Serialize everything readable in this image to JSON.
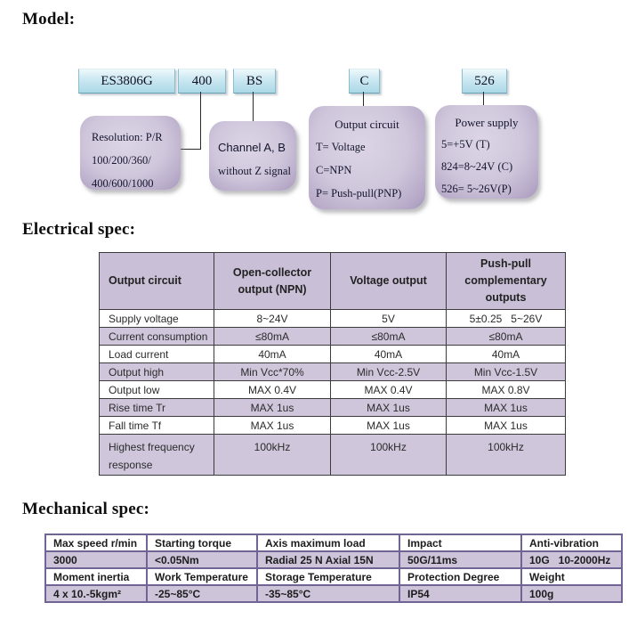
{
  "colors": {
    "code_box_fill": "#abd8e7",
    "code_box_border": "#8cbccd",
    "note_box_fill": "#cfc6db",
    "note_box_edge": "#9f92b7",
    "table_header_bg": "#c9bfd7",
    "table_alt_row_bg": "#cfc6db",
    "mech_table_border": "#6f6494",
    "line_color": "#2a2a2a"
  },
  "model_section": {
    "title": "Model:",
    "codes": [
      {
        "label": "ES3806G"
      },
      {
        "label": "400"
      },
      {
        "label": "BS"
      },
      {
        "label": "C"
      },
      {
        "label": "526"
      }
    ],
    "notes": {
      "resolution": {
        "line1": "Resolution: P/R",
        "line2": "100/200/360/",
        "line3": "400/600/1000"
      },
      "channel": {
        "line1": "Channel A, B",
        "line2": "without Z signal"
      },
      "output": {
        "title": "Output circuit",
        "line1": "T= Voltage",
        "line2": "C=NPN",
        "line3": "P= Push-pull(PNP)"
      },
      "power": {
        "title": "Power supply",
        "line1": "5=+5V (T)",
        "line2": "824=8~24V (C)",
        "line3": "526= 5~26V(P)"
      }
    }
  },
  "electrical": {
    "title": "Electrical spec:",
    "header": [
      "Output circuit",
      "Open-collector output (NPN)",
      "Voltage output",
      "Push-pull complementary outputs"
    ],
    "rows": [
      [
        "Supply voltage",
        "8~24V",
        "5V",
        "5±0.25   5~26V"
      ],
      [
        "Current consumption",
        "≤80mA",
        "≤80mA",
        "≤80mA"
      ],
      [
        "Load current",
        "40mA",
        "40mA",
        "40mA"
      ],
      [
        "Output high",
        "Min Vcc*70%",
        "Min Vcc-2.5V",
        "Min Vcc-1.5V"
      ],
      [
        "Output low",
        "MAX 0.4V",
        "MAX 0.4V",
        "MAX 0.8V"
      ],
      [
        "Rise time Tr",
        "MAX 1us",
        "MAX 1us",
        "MAX 1us"
      ],
      [
        "Fall time Tf",
        "MAX 1us",
        "MAX 1us",
        "MAX 1us"
      ],
      [
        "Highest frequency response",
        "100kHz",
        "100kHz",
        "100kHz"
      ]
    ]
  },
  "mechanical": {
    "title": "Mechanical spec:",
    "rows": [
      [
        "Max speed r/min",
        "Starting torque",
        "Axis maximum load",
        "Impact",
        "Anti-vibration"
      ],
      [
        "3000",
        "<0.05Nm",
        "Radial 25 N Axial 15N",
        "50G/11ms",
        "10G   10-2000Hz"
      ],
      [
        "Moment inertia",
        "Work Temperature",
        "Storage Temperature",
        "Protection Degree",
        "Weight"
      ],
      [
        "4 x 10.-5kgm²",
        "-25~85°C",
        "-35~85°C",
        "IP54",
        "100g"
      ]
    ]
  }
}
